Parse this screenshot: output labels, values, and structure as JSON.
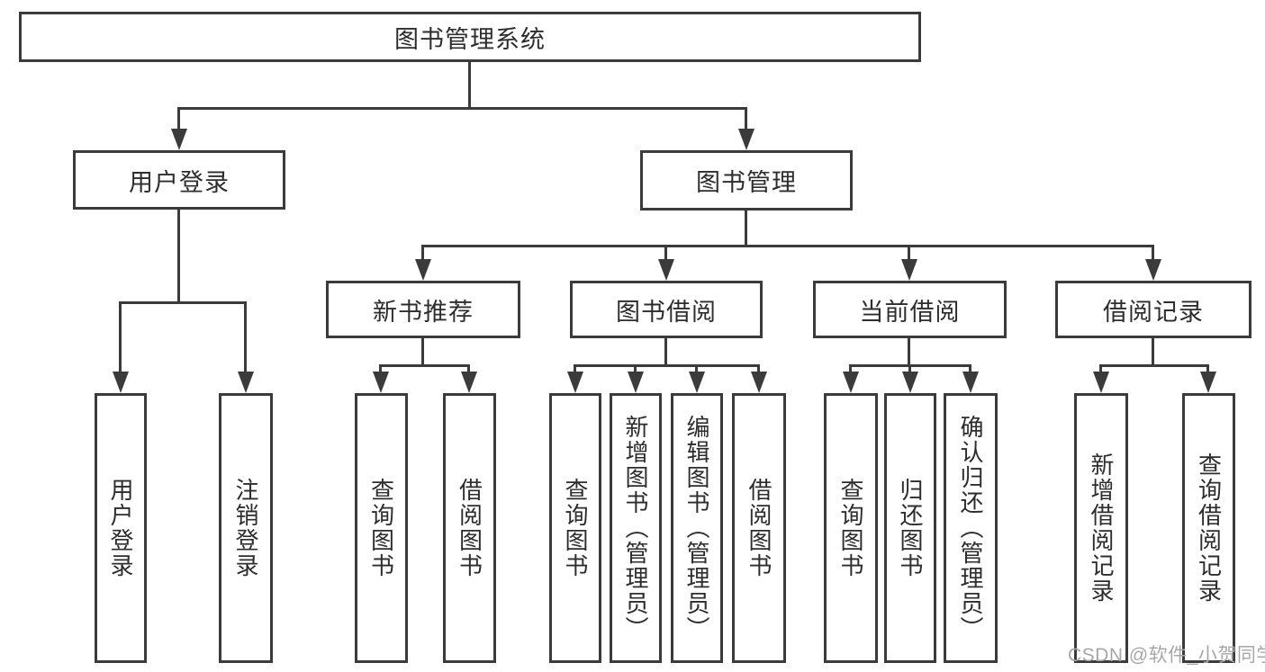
{
  "diagram": {
    "root": {
      "label": "图书管理系统"
    },
    "level2": {
      "user_login": {
        "label": "用户登录"
      },
      "book_mgmt": {
        "label": "图书管理"
      }
    },
    "level3": {
      "new_book": {
        "label": "新书推荐"
      },
      "book_borrow": {
        "label": "图书借阅"
      },
      "current_borrow": {
        "label": "当前借阅"
      },
      "borrow_records": {
        "label": "借阅记录"
      }
    },
    "leaves": {
      "user_login": {
        "label": "用户登录"
      },
      "logout": {
        "label": "注销登录"
      },
      "nb_query_book": {
        "label": "查询图书"
      },
      "nb_borrow_book": {
        "label": "借阅图书"
      },
      "bb_query_book": {
        "label": "查询图书"
      },
      "bb_add_book": {
        "label": "新增图书（管理员）"
      },
      "bb_edit_book": {
        "label": "编辑图书（管理员）"
      },
      "bb_borrow_book": {
        "label": "借阅图书"
      },
      "cb_query_book": {
        "label": "查询图书"
      },
      "cb_return_book": {
        "label": "归还图书"
      },
      "cb_confirm_return": {
        "label": "确认归还（管理员）"
      },
      "br_add_record": {
        "label": "新增借阅记录"
      },
      "br_query_record": {
        "label": "查询借阅记录"
      }
    }
  },
  "watermark": {
    "text": "CSDN @软件_小贺同学"
  },
  "colors": {
    "line": "#3b3b3b",
    "text": "#2d2d2d",
    "watermark": "#a7a7a7",
    "background": "#ffffff"
  }
}
